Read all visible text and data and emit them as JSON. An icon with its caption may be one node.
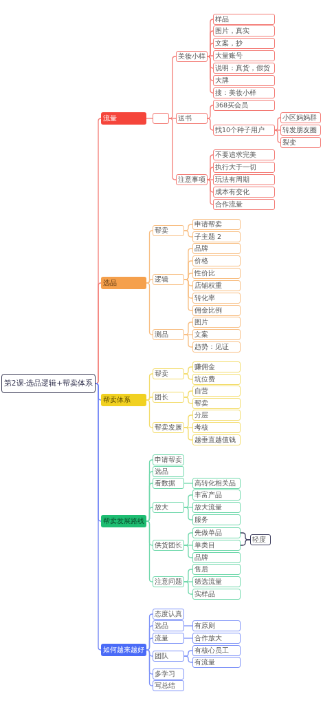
{
  "diagram": {
    "nodes": [
      {
        "text": [
          "第2课-选品逻辑+帮卖体系"
        ]
      },
      {
        "text": [
          "流量"
        ]
      },
      {
        "text": [],
        "shape": "box"
      },
      {
        "text": [
          "美妆小样"
        ]
      },
      {
        "text": [
          "样品"
        ]
      },
      {
        "text": [
          "图片，真实"
        ]
      },
      {
        "text": [
          "文案，抄"
        ]
      },
      {
        "text": [
          "大量账号"
        ]
      },
      {
        "text": [
          "说明：真货，假货"
        ]
      },
      {
        "text": [
          "大牌"
        ]
      },
      {
        "text": [
          "搜：美妆小样"
        ]
      },
      {
        "text": [
          "送书"
        ]
      },
      {
        "text": [
          "368买会员"
        ]
      },
      {
        "text": [
          "找10个种子用户"
        ]
      },
      {
        "text": [
          "小区妈妈群"
        ]
      },
      {
        "text": [
          "转发朋友圈"
        ]
      },
      {
        "text": [
          "裂变"
        ]
      },
      {
        "text": [
          "注意事项"
        ]
      },
      {
        "text": [
          "不要追求完美"
        ]
      },
      {
        "text": [
          "执行大于一切"
        ]
      },
      {
        "text": [
          "玩法有周期"
        ]
      },
      {
        "text": [
          "成本有变化"
        ]
      },
      {
        "text": [
          "合作流量"
        ]
      },
      {
        "text": [
          "选品"
        ]
      },
      {
        "text": [
          "帮卖"
        ]
      },
      {
        "text": [
          "申请帮卖"
        ]
      },
      {
        "text": [
          "子主题 2"
        ]
      },
      {
        "text": [
          "逻辑"
        ]
      },
      {
        "text": [
          "品牌"
        ]
      },
      {
        "text": [
          "价格"
        ]
      },
      {
        "text": [
          "性价比"
        ]
      },
      {
        "text": [
          "店铺权重"
        ]
      },
      {
        "text": [
          "转化率"
        ]
      },
      {
        "text": [
          "佣金比例"
        ]
      },
      {
        "text": [
          "测品"
        ]
      },
      {
        "text": [
          "图片"
        ]
      },
      {
        "text": [
          "文案"
        ]
      },
      {
        "text": [
          "趋势：见证"
        ]
      },
      {
        "text": [
          "帮卖体系"
        ]
      },
      {
        "text": [
          "帮卖"
        ]
      },
      {
        "text": [
          "赚佣金"
        ]
      },
      {
        "text": [
          "坑位费"
        ]
      },
      {
        "text": [
          "团长"
        ]
      },
      {
        "text": [
          "自营"
        ]
      },
      {
        "text": [
          "帮卖"
        ]
      },
      {
        "text": [
          "帮卖发展"
        ]
      },
      {
        "text": [
          "分层"
        ]
      },
      {
        "text": [
          "考核"
        ]
      },
      {
        "text": [
          "越垂直越值钱"
        ]
      },
      {
        "text": [
          "帮卖发展路线"
        ]
      },
      {
        "text": [
          "申请帮卖"
        ]
      },
      {
        "text": [
          "选品"
        ]
      },
      {
        "text": [
          "看数据"
        ]
      },
      {
        "text": [
          "高转化相关品"
        ]
      },
      {
        "text": [
          "放大"
        ]
      },
      {
        "text": [
          "丰富产品"
        ]
      },
      {
        "text": [
          "放大流量"
        ]
      },
      {
        "text": [
          "服务"
        ]
      },
      {
        "text": [
          "供货团长"
        ]
      },
      {
        "text": [
          "先做单品"
        ]
      },
      {
        "text": [
          "单类目"
        ]
      },
      {
        "text": [
          "品牌"
        ]
      },
      {
        "text": [
          "注意问题"
        ]
      },
      {
        "text": [
          "售后"
        ]
      },
      {
        "text": [
          "筛选流量"
        ]
      },
      {
        "text": [
          "实样品"
        ]
      },
      {
        "text": [
          "轻度"
        ]
      },
      {
        "text": [
          "如何越来越好"
        ]
      },
      {
        "text": [
          "态度认真"
        ]
      },
      {
        "text": [
          "选品"
        ]
      },
      {
        "text": [
          "有原则"
        ]
      },
      {
        "text": [
          "流量"
        ]
      },
      {
        "text": [
          "合作放大"
        ]
      },
      {
        "text": [
          "团队"
        ]
      },
      {
        "text": [
          "有核心员工"
        ]
      },
      {
        "text": [
          "有流量"
        ]
      },
      {
        "text": [
          "多学习"
        ]
      },
      {
        "text": [
          "写总结"
        ]
      }
    ],
    "edges": [
      {
        "from": 0,
        "to": 1,
        "arrow": "none"
      },
      {
        "from": 0,
        "to": 23,
        "arrow": "none"
      },
      {
        "from": 0,
        "to": 38,
        "arrow": "none",
        "color": "#6b7ff5"
      },
      {
        "from": 0,
        "to": 49,
        "arrow": "none",
        "color": "#6b7ff5"
      },
      {
        "from": 0,
        "to": 67,
        "arrow": "none",
        "color": "#6b7ff5"
      },
      {
        "from": 1,
        "to": 2,
        "arrow": "none"
      },
      {
        "from": 2,
        "to": 3,
        "arrow": "none"
      },
      {
        "from": 2,
        "to": 11,
        "arrow": "none"
      },
      {
        "from": 2,
        "to": 17,
        "arrow": "none"
      },
      {
        "from": 3,
        "to": 4,
        "arrow": "none"
      },
      {
        "from": 3,
        "to": 5,
        "arrow": "none"
      },
      {
        "from": 3,
        "to": 6,
        "arrow": "none"
      },
      {
        "from": 3,
        "to": 7,
        "arrow": "none"
      },
      {
        "from": 3,
        "to": 8,
        "arrow": "none"
      },
      {
        "from": 3,
        "to": 9,
        "arrow": "none"
      },
      {
        "from": 3,
        "to": 10,
        "arrow": "none"
      },
      {
        "from": 11,
        "to": 12,
        "arrow": "none"
      },
      {
        "from": 11,
        "to": 13,
        "arrow": "none"
      },
      {
        "from": 13,
        "to": 14,
        "arrow": "none"
      },
      {
        "from": 13,
        "to": 15,
        "arrow": "none"
      },
      {
        "from": 13,
        "to": 16,
        "arrow": "none"
      },
      {
        "from": 17,
        "to": 18,
        "arrow": "none"
      },
      {
        "from": 17,
        "to": 19,
        "arrow": "none"
      },
      {
        "from": 17,
        "to": 20,
        "arrow": "none"
      },
      {
        "from": 17,
        "to": 21,
        "arrow": "none"
      },
      {
        "from": 17,
        "to": 22,
        "arrow": "none"
      },
      {
        "from": 23,
        "to": 24,
        "arrow": "none",
        "color": "#f8bd80"
      },
      {
        "from": 23,
        "to": 27,
        "arrow": "none",
        "color": "#f8bd80"
      },
      {
        "from": 23,
        "to": 34,
        "arrow": "none",
        "color": "#f8bd80"
      },
      {
        "from": 24,
        "to": 25,
        "arrow": "none",
        "color": "#f8bd80"
      },
      {
        "from": 24,
        "to": 26,
        "arrow": "none",
        "color": "#f8bd80"
      },
      {
        "from": 27,
        "to": 28,
        "arrow": "none",
        "color": "#f8bd80"
      },
      {
        "from": 27,
        "to": 29,
        "arrow": "none",
        "color": "#f8bd80"
      },
      {
        "from": 27,
        "to": 30,
        "arrow": "none",
        "color": "#f8bd80"
      },
      {
        "from": 27,
        "to": 31,
        "arrow": "none",
        "color": "#f8bd80"
      },
      {
        "from": 27,
        "to": 32,
        "arrow": "none",
        "color": "#f8bd80"
      },
      {
        "from": 27,
        "to": 33,
        "arrow": "none",
        "color": "#f8bd80"
      },
      {
        "from": 34,
        "to": 35,
        "arrow": "none",
        "color": "#f8bd80"
      },
      {
        "from": 34,
        "to": 36,
        "arrow": "none",
        "color": "#f8bd80"
      },
      {
        "from": 34,
        "to": 37,
        "arrow": "none",
        "color": "#f8bd80"
      },
      {
        "from": 38,
        "to": 39,
        "arrow": "none",
        "color": "#f3dc6a"
      },
      {
        "from": 38,
        "to": 42,
        "arrow": "none",
        "color": "#f3dc6a"
      },
      {
        "from": 38,
        "to": 45,
        "arrow": "none",
        "color": "#f3dc6a"
      },
      {
        "from": 39,
        "to": 40,
        "arrow": "none",
        "color": "#f3dc6a"
      },
      {
        "from": 39,
        "to": 41,
        "arrow": "none",
        "color": "#f3dc6a"
      },
      {
        "from": 42,
        "to": 43,
        "arrow": "none",
        "color": "#f3dc6a"
      },
      {
        "from": 42,
        "to": 44,
        "arrow": "none",
        "color": "#f3dc6a"
      },
      {
        "from": 45,
        "to": 46,
        "arrow": "none",
        "color": "#f3dc6a"
      },
      {
        "from": 45,
        "to": 47,
        "arrow": "none",
        "color": "#f3dc6a"
      },
      {
        "from": 45,
        "to": 48,
        "arrow": "none",
        "color": "#f3dc6a"
      },
      {
        "from": 49,
        "to": 50,
        "arrow": "none",
        "color": "#6fd8ab"
      },
      {
        "from": 49,
        "to": 51,
        "arrow": "none",
        "color": "#6fd8ab"
      },
      {
        "from": 49,
        "to": 52,
        "arrow": "none",
        "color": "#6fd8ab"
      },
      {
        "from": 49,
        "to": 54,
        "arrow": "none",
        "color": "#6fd8ab"
      },
      {
        "from": 49,
        "to": 58,
        "arrow": "none",
        "color": "#6fd8ab"
      },
      {
        "from": 49,
        "to": 62,
        "arrow": "none",
        "color": "#6fd8ab"
      },
      {
        "from": 52,
        "to": 53,
        "arrow": "none",
        "color": "#6fd8ab"
      },
      {
        "from": 54,
        "to": 55,
        "arrow": "none",
        "color": "#6fd8ab"
      },
      {
        "from": 54,
        "to": 56,
        "arrow": "none",
        "color": "#6fd8ab"
      },
      {
        "from": 54,
        "to": 57,
        "arrow": "none",
        "color": "#6fd8ab"
      },
      {
        "from": 58,
        "to": 59,
        "arrow": "none",
        "color": "#6fd8ab"
      },
      {
        "from": 58,
        "to": 60,
        "arrow": "none",
        "color": "#6fd8ab"
      },
      {
        "from": 58,
        "to": 61,
        "arrow": "none",
        "color": "#6fd8ab"
      },
      {
        "from": 62,
        "to": 63,
        "arrow": "none",
        "color": "#6fd8ab"
      },
      {
        "from": 62,
        "to": 64,
        "arrow": "none",
        "color": "#6fd8ab"
      },
      {
        "from": 62,
        "to": 65,
        "arrow": "none",
        "color": "#6fd8ab"
      },
      {
        "from": 59,
        "to": 66,
        "arrow": "none",
        "color": "#3b3b5c"
      },
      {
        "from": 60,
        "to": 66,
        "arrow": "none",
        "color": "#3b3b5c"
      },
      {
        "from": 67,
        "to": 68,
        "arrow": "none",
        "color": "#7d92f8"
      },
      {
        "from": 67,
        "to": 69,
        "arrow": "none",
        "color": "#7d92f8"
      },
      {
        "from": 67,
        "to": 71,
        "arrow": "none",
        "color": "#7d92f8"
      },
      {
        "from": 67,
        "to": 73,
        "arrow": "none",
        "color": "#7d92f8"
      },
      {
        "from": 67,
        "to": 76,
        "arrow": "none",
        "color": "#7d92f8"
      },
      {
        "from": 67,
        "to": 77,
        "arrow": "none",
        "color": "#7d92f8"
      },
      {
        "from": 69,
        "to": 70,
        "arrow": "none",
        "color": "#7d92f8"
      },
      {
        "from": 71,
        "to": 72,
        "arrow": "none",
        "color": "#7d92f8"
      },
      {
        "from": 73,
        "to": 74,
        "arrow": "none",
        "color": "#7d92f8"
      },
      {
        "from": 73,
        "to": 75,
        "arrow": "none",
        "color": "#7d92f8"
      }
    ]
  }
}
